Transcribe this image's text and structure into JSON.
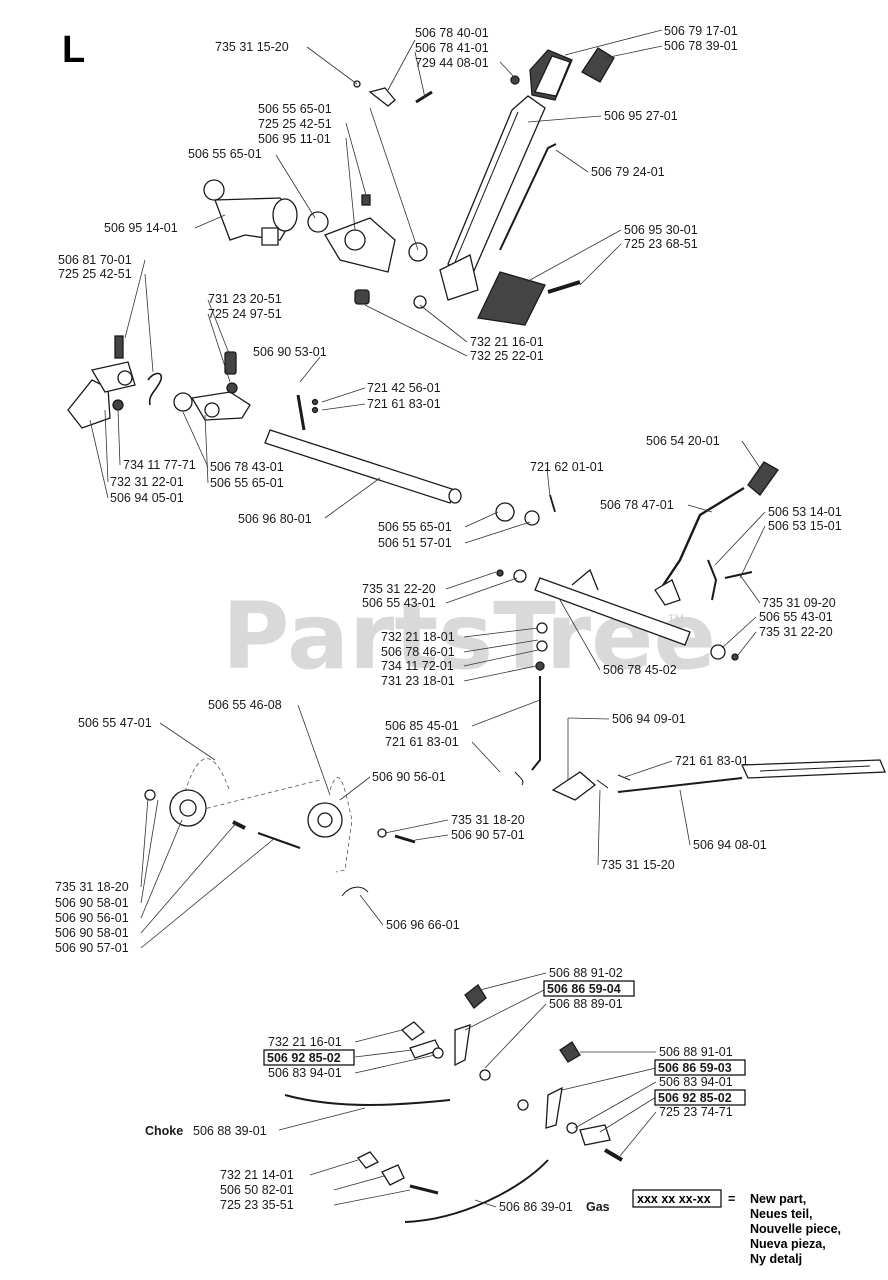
{
  "section_letter": "L",
  "watermark": "PartsTree",
  "watermark_tm": "TM",
  "labels": [
    {
      "id": "l1",
      "text": "735 31 15-20"
    },
    {
      "id": "l2",
      "text": "506 78 40-01"
    },
    {
      "id": "l3",
      "text": "506 78 41-01"
    },
    {
      "id": "l4",
      "text": "729 44 08-01"
    },
    {
      "id": "l5",
      "text": "506 79 17-01"
    },
    {
      "id": "l6",
      "text": "506 78 39-01"
    },
    {
      "id": "l7",
      "text": "506 55 65-01"
    },
    {
      "id": "l8",
      "text": "725 25 42-51"
    },
    {
      "id": "l9",
      "text": "506 95 11-01"
    },
    {
      "id": "l10",
      "text": "506 55 65-01"
    },
    {
      "id": "l11",
      "text": "506 95 27-01"
    },
    {
      "id": "l12",
      "text": "506 79 24-01"
    },
    {
      "id": "l13",
      "text": "506 95 14-01"
    },
    {
      "id": "l14",
      "text": "506 95 30-01"
    },
    {
      "id": "l15",
      "text": "725 23 68-51"
    },
    {
      "id": "l16",
      "text": "506 81 70-01"
    },
    {
      "id": "l17",
      "text": "725 25 42-51"
    },
    {
      "id": "l18",
      "text": "731 23 20-51"
    },
    {
      "id": "l19",
      "text": "725 24 97-51"
    },
    {
      "id": "l20",
      "text": "732 21 16-01"
    },
    {
      "id": "l21",
      "text": "732 25 22-01"
    },
    {
      "id": "l22",
      "text": "506 90 53-01"
    },
    {
      "id": "l23",
      "text": "721 42 56-01"
    },
    {
      "id": "l24",
      "text": "721 61 83-01"
    },
    {
      "id": "l25",
      "text": "734 11 77-71"
    },
    {
      "id": "l26",
      "text": "732 31 22-01"
    },
    {
      "id": "l27",
      "text": "506 94 05-01"
    },
    {
      "id": "l28",
      "text": "506 78 43-01"
    },
    {
      "id": "l29",
      "text": "506 55 65-01"
    },
    {
      "id": "l30",
      "text": "506 96 80-01"
    },
    {
      "id": "l31",
      "text": "506 54 20-01"
    },
    {
      "id": "l32",
      "text": "721 62 01-01"
    },
    {
      "id": "l33",
      "text": "506 78 47-01"
    },
    {
      "id": "l34",
      "text": "506 53 14-01"
    },
    {
      "id": "l35",
      "text": "506 53 15-01"
    },
    {
      "id": "l36",
      "text": "506 55 65-01"
    },
    {
      "id": "l37",
      "text": "506 51 57-01"
    },
    {
      "id": "l38",
      "text": "735 31 22-20"
    },
    {
      "id": "l39",
      "text": "506 55 43-01"
    },
    {
      "id": "l40",
      "text": "735 31 09-20"
    },
    {
      "id": "l41",
      "text": "506 55 43-01"
    },
    {
      "id": "l42",
      "text": "735 31 22-20"
    },
    {
      "id": "l43",
      "text": "732 21 18-01"
    },
    {
      "id": "l44",
      "text": "506 78 46-01"
    },
    {
      "id": "l45",
      "text": "734 11 72-01"
    },
    {
      "id": "l46",
      "text": "731 23 18-01"
    },
    {
      "id": "l47",
      "text": "506 78 45-02"
    },
    {
      "id": "l48",
      "text": "506 55 46-08"
    },
    {
      "id": "l49",
      "text": "506 55 47-01"
    },
    {
      "id": "l50",
      "text": "506 85 45-01"
    },
    {
      "id": "l51",
      "text": "721 61 83-01"
    },
    {
      "id": "l52",
      "text": "506 94 09-01"
    },
    {
      "id": "l53",
      "text": "506 90 56-01"
    },
    {
      "id": "l54",
      "text": "721 61 83-01"
    },
    {
      "id": "l55",
      "text": "735 31 18-20"
    },
    {
      "id": "l56",
      "text": "506 90 57-01"
    },
    {
      "id": "l57",
      "text": "506 94 08-01"
    },
    {
      "id": "l58",
      "text": "735 31 15-20"
    },
    {
      "id": "l59",
      "text": "735 31 18-20"
    },
    {
      "id": "l60",
      "text": "506 90 58-01"
    },
    {
      "id": "l61",
      "text": "506 90 56-01"
    },
    {
      "id": "l62",
      "text": "506 90 58-01"
    },
    {
      "id": "l63",
      "text": "506 90 57-01"
    },
    {
      "id": "l64",
      "text": "506 96 66-01"
    },
    {
      "id": "l65",
      "text": "506 88 91-02"
    },
    {
      "id": "l66",
      "text": "506 86 59-04",
      "bold": true
    },
    {
      "id": "l67",
      "text": "506 88 89-01"
    },
    {
      "id": "l68",
      "text": "732 21 16-01"
    },
    {
      "id": "l69",
      "text": "506 92 85-02",
      "bold": true
    },
    {
      "id": "l70",
      "text": "506 83 94-01"
    },
    {
      "id": "l71",
      "text": "506 88 91-01"
    },
    {
      "id": "l72",
      "text": "506 86 59-03",
      "bold": true
    },
    {
      "id": "l73",
      "text": "506 83 94-01"
    },
    {
      "id": "l74",
      "text": "506 92 85-02",
      "bold": true
    },
    {
      "id": "l75",
      "text": "725 23 74-71"
    },
    {
      "id": "l76",
      "text": "506 88 39-01"
    },
    {
      "id": "l77",
      "text": "732 21 14-01"
    },
    {
      "id": "l78",
      "text": "506 50 82-01"
    },
    {
      "id": "l79",
      "text": "725 23 35-51"
    },
    {
      "id": "l80",
      "text": "506 86 39-01"
    }
  ],
  "choke_label": "Choke",
  "gas_label": "Gas",
  "legend": {
    "code": "xxx xx xx-xx",
    "equals": "=",
    "lines": [
      "New part,",
      "Neues teil,",
      "Nouvelle piece,",
      "Nueva pieza,",
      "Ny detalj"
    ]
  }
}
